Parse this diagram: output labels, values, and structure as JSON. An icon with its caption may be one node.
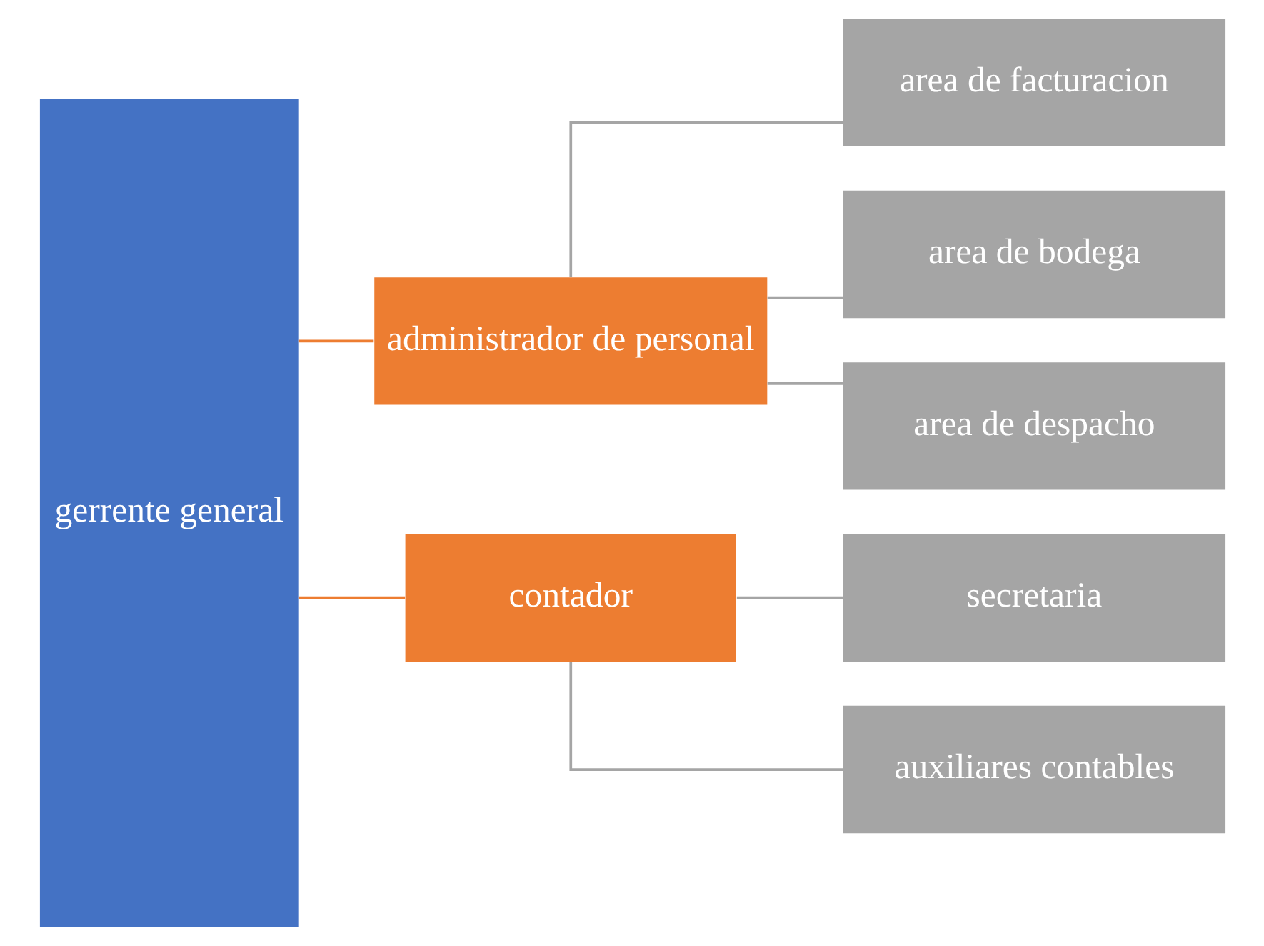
{
  "diagram": {
    "nodes": [
      {
        "text": [
          "gerrente general"
        ]
      },
      {
        "text": [
          "administrador de personal"
        ]
      },
      {
        "text": [
          "area de facturacion"
        ]
      },
      {
        "text": [
          "area de bodega"
        ]
      },
      {
        "text": [
          "area de despacho"
        ]
      },
      {
        "text": [
          "contador"
        ]
      },
      {
        "text": [
          "secretaria"
        ]
      },
      {
        "text": [
          "auxiliares contables"
        ]
      }
    ],
    "edges": [
      {
        "from": 0,
        "to": 1,
        "arrow": "none",
        "color": "#ed7d31"
      },
      {
        "from": 0,
        "to": 5,
        "arrow": "none",
        "color": "#ed7d31"
      },
      {
        "from": 1,
        "to": 2,
        "arrow": "none"
      },
      {
        "from": 1,
        "to": 3,
        "arrow": "none"
      },
      {
        "from": 1,
        "to": 4,
        "arrow": "none"
      },
      {
        "from": 5,
        "to": 6,
        "arrow": "none"
      },
      {
        "from": 5,
        "to": 7,
        "arrow": "none"
      }
    ]
  }
}
